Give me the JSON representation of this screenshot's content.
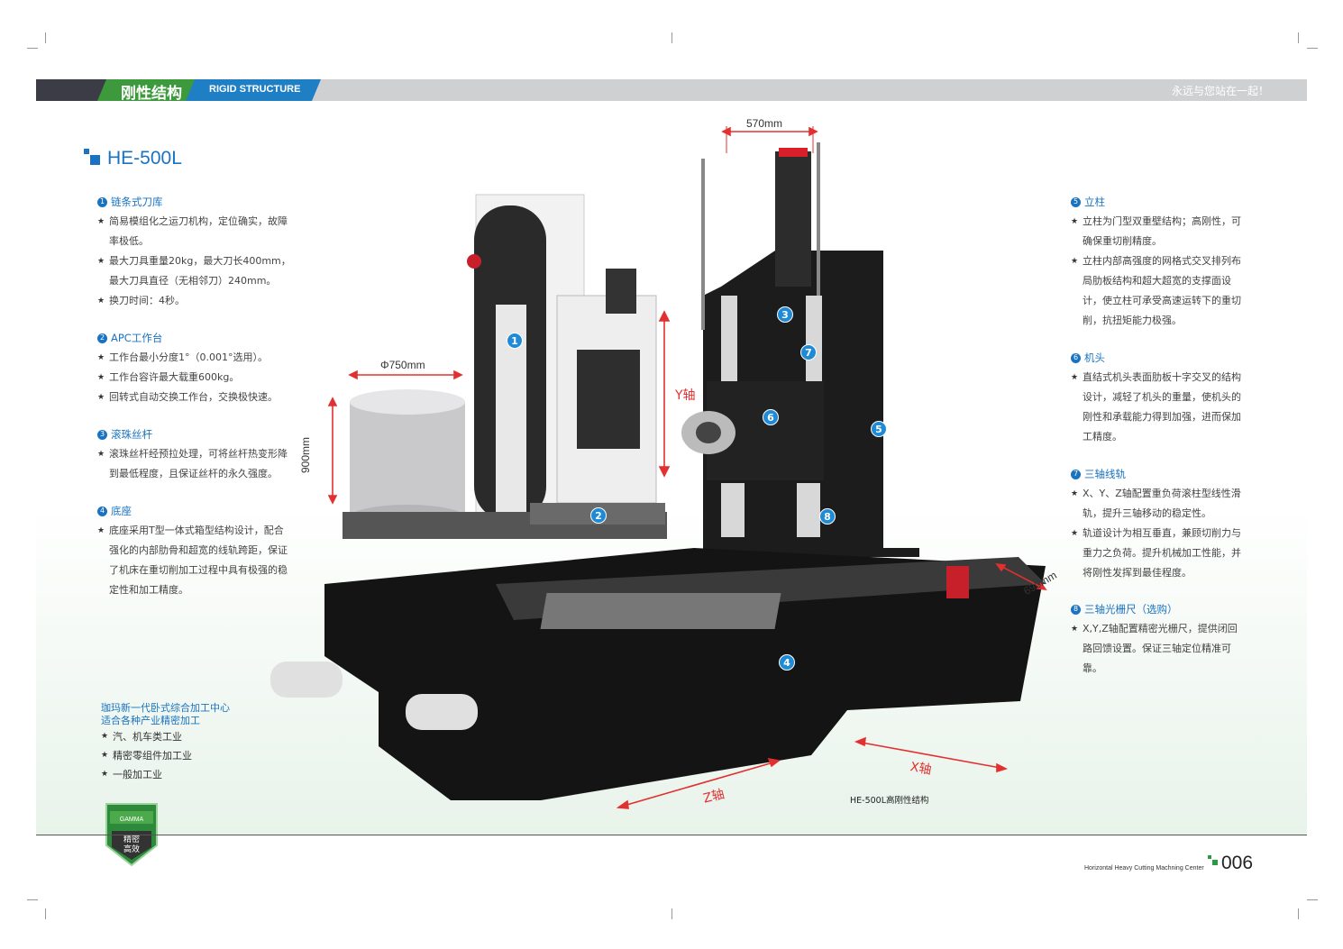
{
  "header": {
    "title_cn": "刚性结构",
    "title_en": "RIGID STRUCTURE",
    "slogan": "永远与您站在一起！"
  },
  "model": "HE-500L",
  "left_sections": [
    {
      "num": "1",
      "title": "链条式刀库",
      "items": [
        "简易模组化之运刀机构，定位确实，故障率极低。",
        "最大刀具重量20kg，最大刀长400mm，最大刀具直径（无相邻刀）240mm。",
        "换刀时间：4秒。"
      ]
    },
    {
      "num": "2",
      "title": "APC工作台",
      "items": [
        "工作台最小分度1°（0.001°选用）。",
        "工作台容许最大载重600kg。",
        "回转式自动交换工作台，交换极快速。"
      ]
    },
    {
      "num": "3",
      "title": "滚珠丝杆",
      "items": [
        "滚珠丝杆经预拉处理，可将丝杆热变形降到最低程度，且保证丝杆的永久强度。"
      ]
    },
    {
      "num": "4",
      "title": "底座",
      "items": [
        "底座采用T型一体式箱型结构设计，配合强化的内部肋骨和超宽的线轨跨距，保证了机床在重切削加工过程中具有极强的稳定性和加工精度。"
      ]
    }
  ],
  "right_sections": [
    {
      "num": "5",
      "title": "立柱",
      "items": [
        "立柱为门型双重壁结构；高刚性，可确保重切削精度。",
        "立柱内部高强度的网格式交叉排列布局肋板结构和超大超宽的支撑面设计，使立柱可承受高速运转下的重切削，抗扭矩能力极强。"
      ]
    },
    {
      "num": "6",
      "title": "机头",
      "items": [
        "直结式机头表面肋板十字交叉的结构设计，减轻了机头的重量，使机头的刚性和承载能力得到加强，进而保加工精度。"
      ]
    },
    {
      "num": "7",
      "title": "三轴线轨",
      "items": [
        "X、Y、Z轴配置重负荷滚柱型线性滑轨，提升三轴移动的稳定性。",
        "轨道设计为相互垂直，兼顾切削力与重力之负荷。提升机械加工性能，并将刚性发挥到最佳程度。"
      ]
    },
    {
      "num": "8",
      "title": "三轴光栅尺（选购）",
      "items": [
        "X,Y,Z轴配置精密光栅尺，提供闭回路回馈设置。保证三轴定位精准可靠。"
      ]
    }
  ],
  "industry": {
    "title_line1": "珈玛新一代卧式综合加工中心",
    "title_line2": "适合各种产业精密加工",
    "items": [
      "汽、机车类工业",
      "精密零组件加工业",
      "一般加工业"
    ]
  },
  "figure": {
    "dim_top": "570mm",
    "dim_diameter": "Φ750mm",
    "dim_height": "900mm",
    "dim_side": "690mm",
    "axis_y": "Y轴",
    "axis_z": "Z轴",
    "axis_x": "X轴",
    "markers": [
      "1",
      "2",
      "3",
      "4",
      "5",
      "6",
      "7",
      "8"
    ],
    "caption": "HE-500L高刚性结构"
  },
  "badge": {
    "brand": "GAMMA",
    "line1": "精密",
    "line2": "高效"
  },
  "footer": {
    "text": "Horizontal Heavy Cutting Machning Center",
    "page": "006"
  },
  "colors": {
    "accent_blue": "#1a73c0",
    "header_green": "#3c9a3c",
    "header_dark": "#3c3c46",
    "arrow_red": "#e23030"
  }
}
